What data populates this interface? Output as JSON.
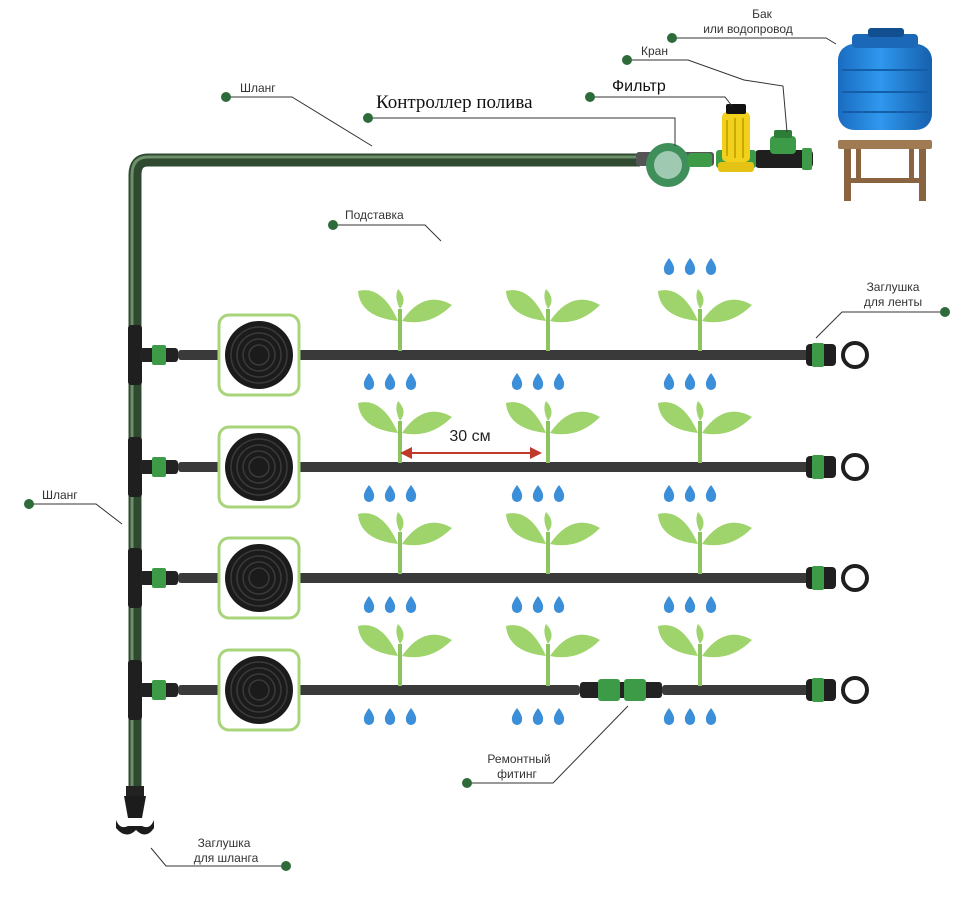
{
  "labels": {
    "tank": [
      "Бак",
      "или водопровод"
    ],
    "valve": "Кран",
    "filter": "Фильтр",
    "controller": "Контроллер полива",
    "hose_top": "Шланг",
    "stand": "Подставка",
    "tape_plug": [
      "Заглушка",
      "для ленты"
    ],
    "hose_left": "Шланг",
    "distance": "30 см",
    "repair_fitting": [
      "Ремонтный",
      "фитинг"
    ],
    "hose_plug": [
      "Заглушка",
      "для шланга"
    ]
  },
  "diagram": {
    "drip_lines": 4,
    "plants_per_row": 3,
    "drops_per_group": 3
  },
  "colors": {
    "hose": "#3d5a3d",
    "tape": "#3a3a3a",
    "leaf": "#9ed46b",
    "drop": "#3b8ed8",
    "tank": "#1f7fd6",
    "frame": "#a8d57a",
    "label_dot": "#2e6b3a",
    "arrow": "#c0392b",
    "filter": "#f2d11c",
    "stool": "#a07a52"
  }
}
